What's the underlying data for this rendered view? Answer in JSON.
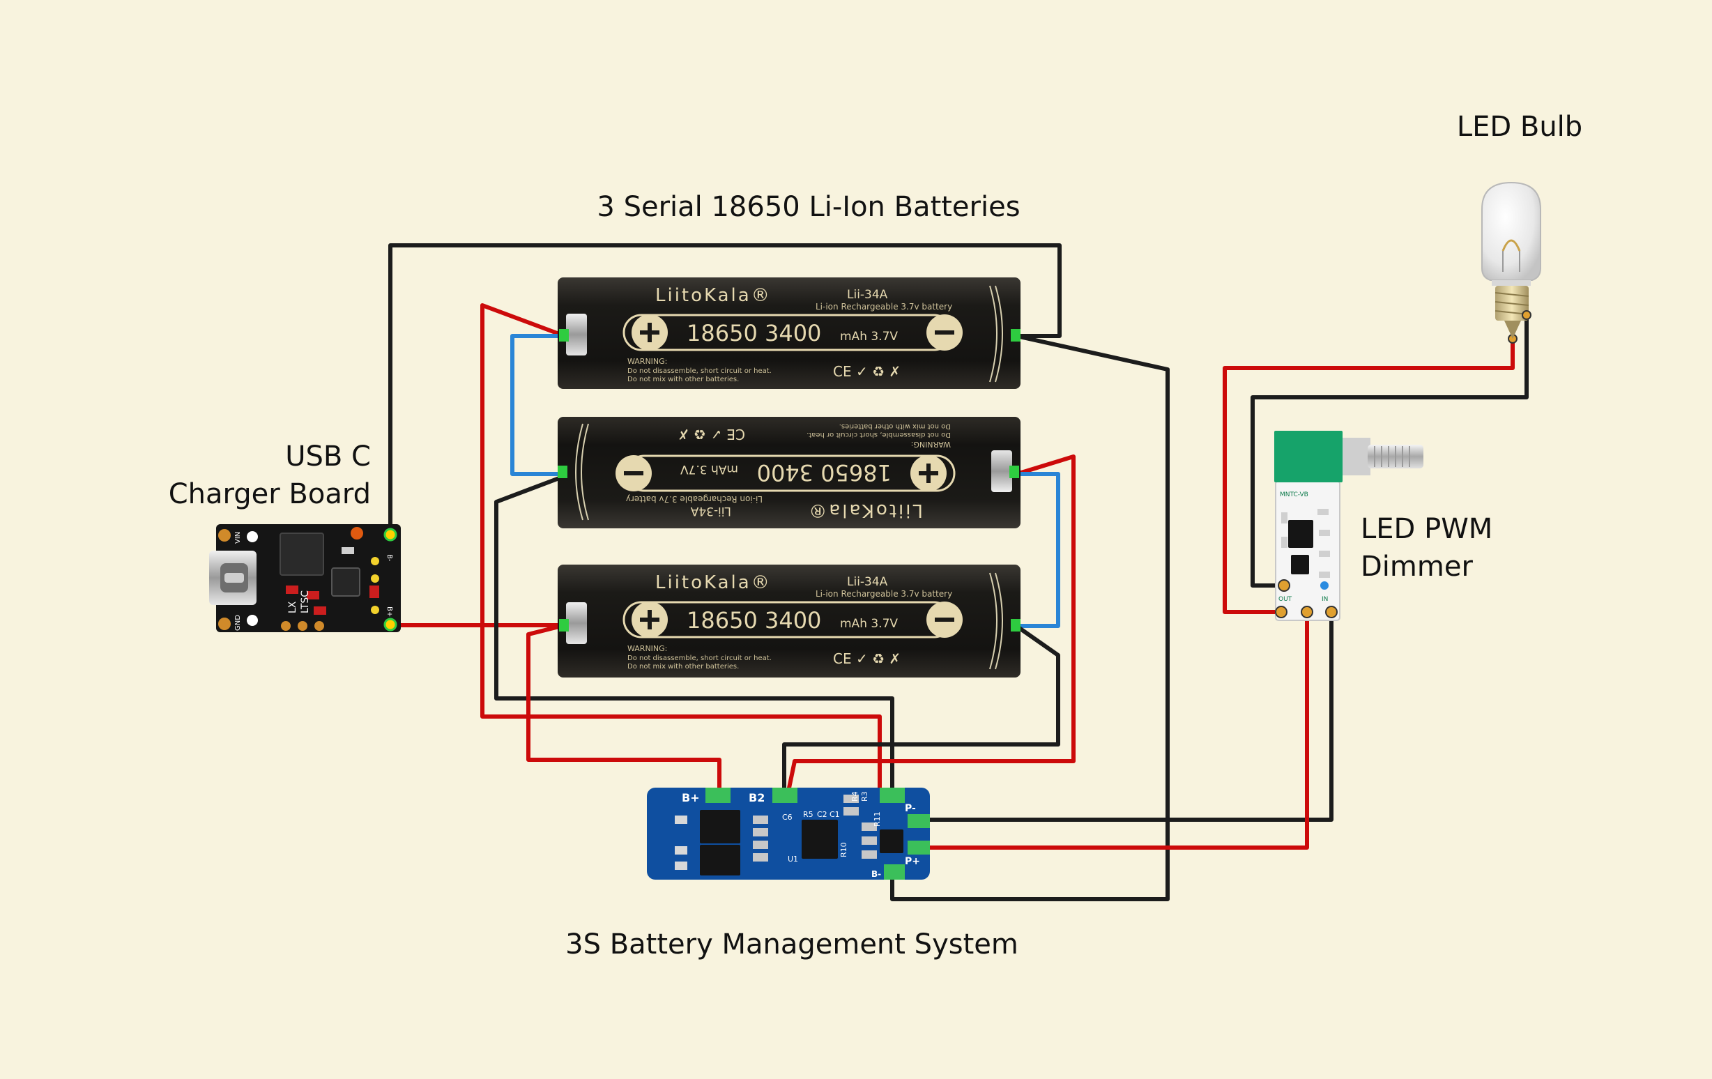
{
  "labels": {
    "batteries": "3 Serial 18650 Li-Ion Batteries",
    "led_bulb": "LED Bulb",
    "charger_line1": "USB C",
    "charger_line2": "Charger Board",
    "dimmer_line1": "LED PWM",
    "dimmer_line2": "Dimmer",
    "bms": "3S Battery Management System"
  },
  "battery": {
    "brand": "LiitoKala®",
    "model": "Lii-34A",
    "type": "Li-ion Rechargeable 3.7v battery",
    "capacity": "18650 3400",
    "unit": "mAh 3.7V",
    "warning": "WARNING:",
    "warning_text_1": "Do not disassemble, short circuit or heat.",
    "warning_text_2": "Do not mix with other batteries.",
    "marks": "CE ✓ ♻ ✗"
  },
  "charger": {
    "pins": [
      "VIN",
      "GND",
      "B-",
      "B+"
    ],
    "chip_labels": [
      "LX",
      "LTSC"
    ]
  },
  "bms": {
    "pads": [
      "B+",
      "B2",
      "P-",
      "P+",
      "B-"
    ],
    "components": [
      "C6",
      "R5",
      "C2",
      "C1",
      "U1",
      "R10",
      "R11",
      "R3",
      "R4"
    ]
  },
  "dimmer": {
    "silk_top": "MNTC-VB",
    "pins": [
      "OUT",
      "IN"
    ]
  },
  "colors": {
    "background": "#f8f3de",
    "wire_red": "#cc0a0a",
    "wire_black": "#1c1c1c",
    "wire_blue": "#2a85d6",
    "bms_board": "#0f4fa0",
    "charger_board": "#151515",
    "battery_body": "#1f1d19",
    "terminal_green": "#2ecc40"
  },
  "icons": [
    "plus-icon",
    "minus-icon",
    "usb-c-port-icon",
    "potentiometer-knob-icon",
    "bulb-icon"
  ]
}
